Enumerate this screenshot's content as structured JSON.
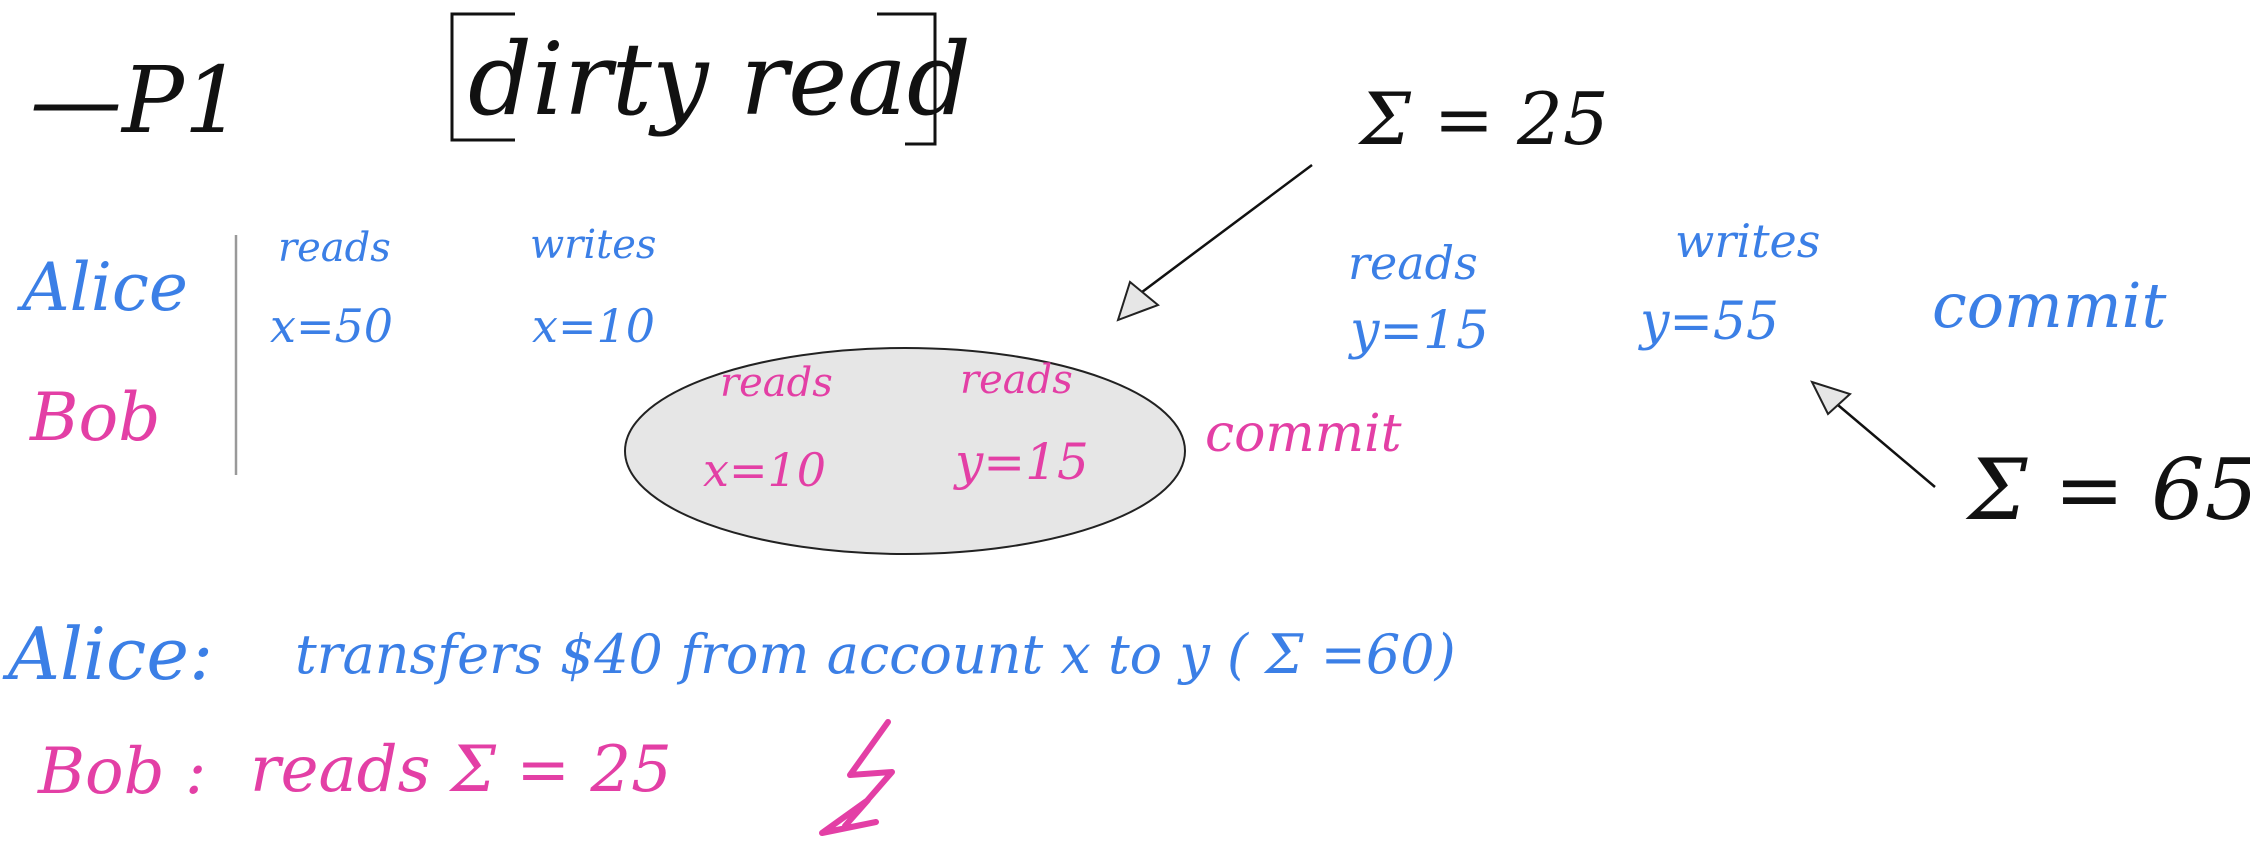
{
  "colors": {
    "ink": "#111111",
    "alice": "#3b7fe6",
    "bob": "#e33fa5",
    "bubble_fill": "#e6e6e6"
  },
  "header": {
    "code": "—P1",
    "anomaly": "dirty read"
  },
  "rows": {
    "alice": "Alice",
    "bob": "Bob"
  },
  "alice_ops": [
    {
      "op": "reads",
      "value": "x=50"
    },
    {
      "op": "writes",
      "value": "x=10"
    },
    {
      "op": "reads",
      "value": "y=15"
    },
    {
      "op": "writes",
      "value": "y=55"
    }
  ],
  "alice_end": "commit",
  "bob_ops": [
    {
      "op": "reads",
      "value": "x=10"
    },
    {
      "op": "reads",
      "value": "y=15"
    }
  ],
  "bob_end": "commit",
  "annotations": {
    "sum_bob": "Σ = 25",
    "sum_alice": "Σ = 65"
  },
  "notes": {
    "alice_label": "Alice:",
    "alice_text": "transfers $40 from account x to y ( Σ =60)",
    "bob_label": "Bob :",
    "bob_text": "reads Σ = 25",
    "contradiction_icon": "lightning-bolt-icon"
  }
}
